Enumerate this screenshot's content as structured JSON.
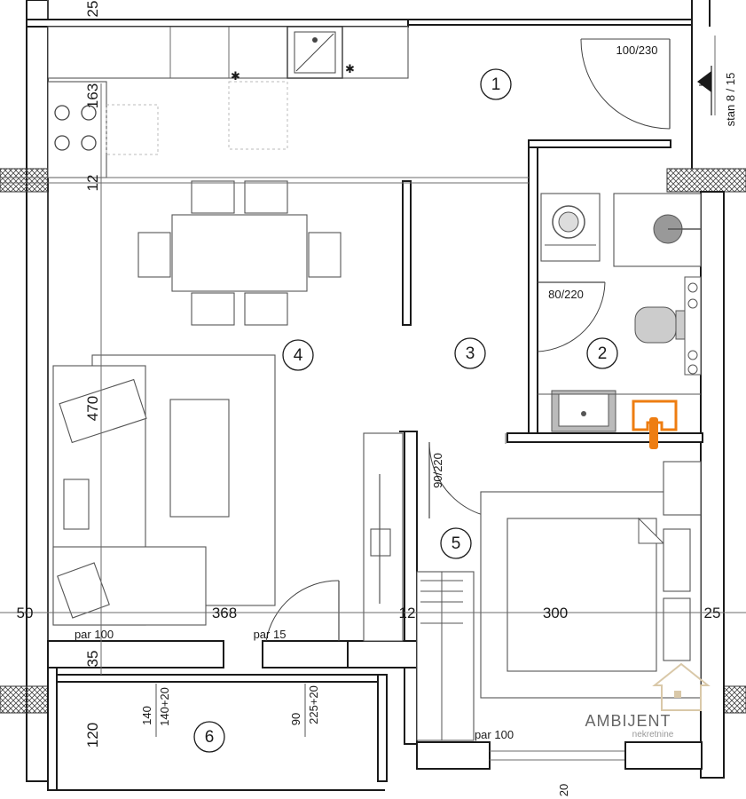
{
  "rooms": [
    {
      "number": "1"
    },
    {
      "number": "2"
    },
    {
      "number": "3"
    },
    {
      "number": "4"
    },
    {
      "number": "5"
    },
    {
      "number": "6"
    }
  ],
  "dimensions": {
    "top_25": "25",
    "left_163": "163",
    "left_12": "12",
    "living_470": "470",
    "bottom_50": "50",
    "bottom_368": "368",
    "bottom_12": "12",
    "bottom_300": "300",
    "right_25": "25",
    "left_35": "35",
    "balcony_120": "120",
    "bottom_20": "20"
  },
  "labels": {
    "door_entry": "100/230",
    "door_bath": "80/220",
    "door_bed": "90/220",
    "stan": "stan 8 / 15",
    "par100_left": "par 100",
    "par15": "par 15",
    "par100_bed": "par 100",
    "win_140": "140",
    "win_140_20": "140+20",
    "win_90": "90",
    "win_225_20": "225+20"
  },
  "logo": {
    "name": "AMBIJENT",
    "sub": "nekretnine"
  },
  "colors": {
    "accent": "#ee7d11",
    "wall": "#1a1a1a",
    "appliance": "#b8b8b8"
  }
}
